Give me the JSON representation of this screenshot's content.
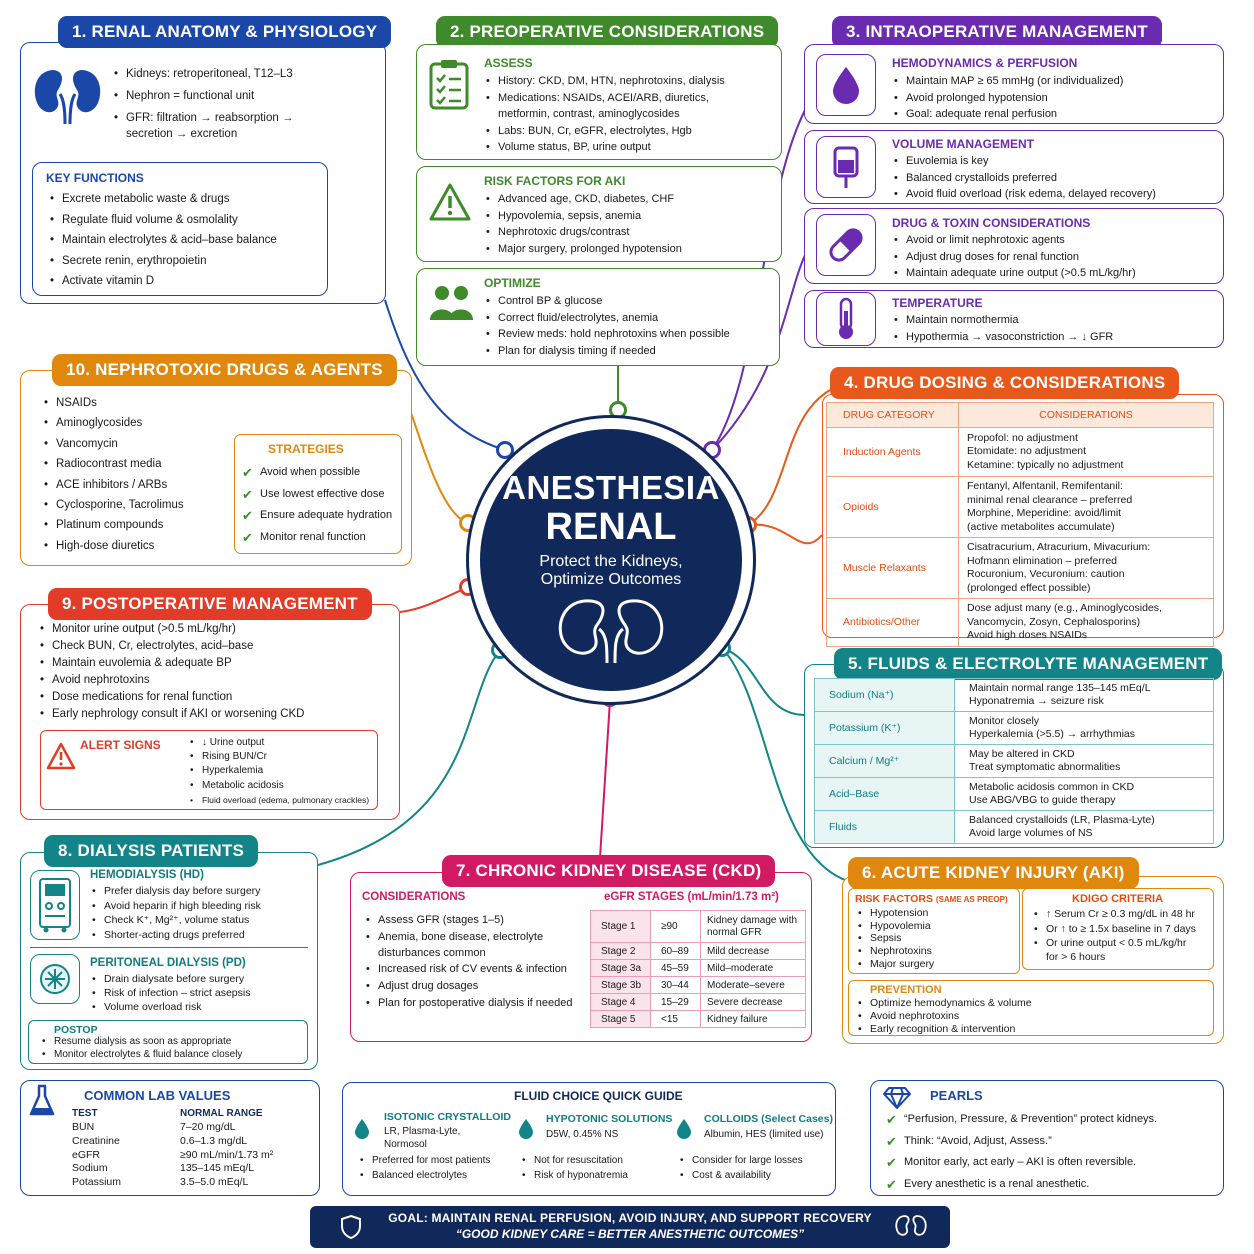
{
  "colors": {
    "blue": "#1b48a8",
    "green": "#3f8a2a",
    "purple": "#6a2bb0",
    "orange": "#e8581a",
    "teal": "#138488",
    "red": "#e23b28",
    "magenta": "#d21a63",
    "amber": "#e0880e",
    "navy": "#11295a"
  },
  "center": {
    "line1": "ANESTHESIA",
    "line2": "RENAL",
    "tagline1": "Protect the Kidneys,",
    "tagline2": "Optimize Outcomes",
    "icon": "kidneys-icon"
  },
  "s1": {
    "title": "1. RENAL ANATOMY & PHYSIOLOGY",
    "icon": "kidneys-icon",
    "facts": [
      "Kidneys: retroperitoneal, T12–L3",
      "Nephron = functional unit",
      "GFR: filtration → reabsorption →",
      "secretion → excretion"
    ],
    "key_title": "KEY FUNCTIONS",
    "key": [
      "Excrete metabolic waste & drugs",
      "Regulate fluid volume & osmolality",
      "Maintain electrolytes & acid–base balance",
      "Secrete renin, erythropoietin",
      "Activate vitamin D"
    ]
  },
  "s2": {
    "title": "2. PREOPERATIVE CONSIDERATIONS",
    "assess_title": "ASSESS",
    "assess": [
      "History: CKD, DM, HTN, nephrotoxins, dialysis",
      "Medications: NSAIDs, ACEI/ARB, diuretics,",
      "metformin, contrast, aminoglycosides",
      "Labs: BUN, Cr, eGFR, electrolytes, Hgb",
      "Volume status, BP, urine output"
    ],
    "risk_title": "RISK FACTORS FOR AKI",
    "risk": [
      "Advanced age, CKD, diabetes, CHF",
      "Hypovolemia, sepsis, anemia",
      "Nephrotoxic drugs/contrast",
      "Major surgery, prolonged hypotension"
    ],
    "opt_title": "OPTIMIZE",
    "opt": [
      "Control BP & glucose",
      "Correct fluid/electrolytes, anemia",
      "Review meds: hold nephrotoxins when possible",
      "Plan for dialysis timing if needed"
    ]
  },
  "s3": {
    "title": "3. INTRAOPERATIVE MANAGEMENT",
    "blocks": [
      {
        "head": "HEMODYNAMICS & PERFUSION",
        "icon": "blood-drop-icon",
        "items": [
          "Maintain MAP ≥ 65 mmHg (or individualized)",
          "Avoid prolonged hypotension",
          "Goal: adequate renal perfusion"
        ]
      },
      {
        "head": "VOLUME MANAGEMENT",
        "icon": "iv-bag-icon",
        "items": [
          "Euvolemia is key",
          "Balanced crystalloids preferred",
          "Avoid fluid overload (risk edema, delayed recovery)"
        ]
      },
      {
        "head": "DRUG & TOXIN CONSIDERATIONS",
        "icon": "pill-icon",
        "items": [
          "Avoid or limit nephrotoxic agents",
          "Adjust drug doses for renal function",
          "Maintain adequate urine output (>0.5 mL/kg/hr)"
        ]
      },
      {
        "head": "TEMPERATURE",
        "icon": "thermometer-icon",
        "items": [
          "Maintain normothermia",
          "Hypothermia → vasoconstriction → ↓ GFR"
        ]
      }
    ]
  },
  "s4": {
    "title": "4. DRUG DOSING & CONSIDERATIONS",
    "col1": "DRUG CATEGORY",
    "col2": "CONSIDERATIONS",
    "rows": [
      {
        "cat": "Induction Agents",
        "lines": [
          "Propofol: no adjustment",
          "Etomidate: no adjustment",
          "Ketamine: typically no adjustment"
        ]
      },
      {
        "cat": "Opioids",
        "lines": [
          "Fentanyl, Alfentanil, Remifentanil:",
          "minimal renal clearance – preferred",
          "Morphine, Meperidine: avoid/limit",
          "(active metabolites accumulate)"
        ]
      },
      {
        "cat": "Muscle Relaxants",
        "lines": [
          "Cisatracurium, Atracurium, Mivacurium:",
          "Hofmann elimination – preferred",
          "Rocuronium, Vecuronium: caution",
          "(prolonged effect possible)"
        ]
      },
      {
        "cat": "Antibiotics/Other",
        "lines": [
          "Dose adjust many (e.g., Aminoglycosides,",
          "Vancomycin, Zosyn, Cephalosporins)",
          "Avoid high doses NSAIDs"
        ]
      }
    ]
  },
  "s5": {
    "title": "5. FLUIDS & ELECTROLYTE MANAGEMENT",
    "rows": [
      {
        "k": "Sodium (Na⁺)",
        "lines": [
          "Maintain normal range 135–145 mEq/L",
          "Hyponatremia → seizure risk"
        ]
      },
      {
        "k": "Potassium (K⁺)",
        "lines": [
          "Monitor closely",
          "Hyperkalemia (>5.5) → arrhythmias"
        ]
      },
      {
        "k": "Calcium / Mg²⁺",
        "lines": [
          "May be altered in CKD",
          "Treat symptomatic abnormalities"
        ]
      },
      {
        "k": "Acid–Base",
        "lines": [
          "Metabolic acidosis common in CKD",
          "Use ABG/VBG to guide therapy"
        ]
      },
      {
        "k": "Fluids",
        "lines": [
          "Balanced crystalloids (LR, Plasma-Lyte)",
          "Avoid large volumes of NS"
        ]
      }
    ]
  },
  "s6": {
    "title": "6. ACUTE KIDNEY INJURY (AKI)",
    "risk_title": "RISK FACTORS",
    "risk_note": "(SAME AS PREOP)",
    "risk": [
      "Hypotension",
      "Hypovolemia",
      "Sepsis",
      "Nephrotoxins",
      "Major surgery"
    ],
    "kdigo_title": "KDIGO CRITERIA",
    "kdigo": [
      "↑ Serum Cr ≥ 0.3 mg/dL in 48 hr",
      "Or ↑ to ≥ 1.5x baseline in 7 days",
      "Or urine output < 0.5 mL/kg/hr",
      "for > 6 hours"
    ],
    "prev_title": "PREVENTION",
    "prev": [
      "Optimize hemodynamics & volume",
      "Avoid nephrotoxins",
      "Early recognition & intervention"
    ]
  },
  "s7": {
    "title": "7. CHRONIC KIDNEY DISEASE (CKD)",
    "cons_title": "CONSIDERATIONS",
    "cons": [
      "Assess GFR (stages 1–5)",
      "Anemia, bone disease, electrolyte disturbances common",
      "Increased risk of CV events & infection",
      "Adjust drug dosages",
      "Plan for postoperative dialysis if needed"
    ],
    "stage_title": "eGFR STAGES (mL/min/1.73 m²)",
    "stages": [
      {
        "s": "Stage 1",
        "v": "≥90",
        "d": "Kidney damage with normal GFR"
      },
      {
        "s": "Stage 2",
        "v": "60–89",
        "d": "Mild decrease"
      },
      {
        "s": "Stage 3a",
        "v": "45–59",
        "d": "Mild–moderate"
      },
      {
        "s": "Stage 3b",
        "v": "30–44",
        "d": "Moderate–severe"
      },
      {
        "s": "Stage 4",
        "v": "15–29",
        "d": "Severe decrease"
      },
      {
        "s": "Stage 5",
        "v": "<15",
        "d": "Kidney failure"
      }
    ]
  },
  "s8": {
    "title": "8. DIALYSIS PATIENTS",
    "hd_title": "HEMODIALYSIS (HD)",
    "hd": [
      "Prefer dialysis day before surgery",
      "Avoid heparin if high bleeding risk",
      "Check K⁺, Mg²⁺, volume status",
      "Shorter-acting drugs preferred"
    ],
    "pd_title": "PERITONEAL DIALYSIS (PD)",
    "pd": [
      "Drain dialysate before surgery",
      "Risk of infection – strict asepsis",
      "Volume overload risk"
    ],
    "post_title": "POSTOP",
    "post": [
      "Resume dialysis as soon as appropriate",
      "Monitor electrolytes & fluid balance closely"
    ]
  },
  "s9": {
    "title": "9. POSTOPERATIVE MANAGEMENT",
    "items": [
      "Monitor urine output (>0.5 mL/kg/hr)",
      "Check BUN, Cr, electrolytes, acid–base",
      "Maintain euvolemia & adequate BP",
      "Avoid nephrotoxins",
      "Dose medications for renal function",
      "Early nephrology consult if AKI or worsening CKD"
    ],
    "alert_title": "ALERT SIGNS",
    "alerts": [
      "↓ Urine output",
      "Rising BUN/Cr",
      "Hyperkalemia",
      "Metabolic acidosis",
      "Fluid overload (edema, pulmonary crackles)"
    ]
  },
  "s10": {
    "title": "10. NEPHROTOXIC DRUGS & AGENTS",
    "items": [
      "NSAIDs",
      "Aminoglycosides",
      "Vancomycin",
      "Radiocontrast media",
      "ACE inhibitors / ARBs",
      "Cyclosporine, Tacrolimus",
      "Platinum compounds",
      "High-dose diuretics"
    ],
    "strat_title": "STRATEGIES",
    "strat": [
      "Avoid when possible",
      "Use lowest effective dose",
      "Ensure adequate hydration",
      "Monitor renal function"
    ]
  },
  "labs": {
    "title": "COMMON LAB VALUES",
    "h1": "TEST",
    "h2": "NORMAL RANGE",
    "rows": [
      {
        "t": "BUN",
        "r": "7–20 mg/dL"
      },
      {
        "t": "Creatinine",
        "r": "0.6–1.3 mg/dL"
      },
      {
        "t": "eGFR",
        "r": "≥90 mL/min/1.73 m²"
      },
      {
        "t": "Sodium",
        "r": "135–145 mEq/L"
      },
      {
        "t": "Potassium",
        "r": "3.5–5.0 mEq/L"
      }
    ]
  },
  "fluid_guide": {
    "title": "FLUID CHOICE QUICK GUIDE",
    "cols": [
      {
        "head": "ISOTONIC CRYSTALLOID",
        "sub": "LR, Plasma-Lyte, Normosol",
        "items": [
          "Preferred for most patients",
          "Balanced electrolytes"
        ]
      },
      {
        "head": "HYPOTONIC SOLUTIONS",
        "sub": "D5W, 0.45% NS",
        "items": [
          "Not for resuscitation",
          "Risk of hyponatremia"
        ]
      },
      {
        "head": "COLLOIDS (Select Cases)",
        "sub": "Albumin, HES (limited use)",
        "items": [
          "Consider for large losses",
          "Cost & availability"
        ]
      }
    ]
  },
  "pearls": {
    "title": "PEARLS",
    "items": [
      "“Perfusion, Pressure, & Prevention” protect kidneys.",
      "Think: “Avoid, Adjust, Assess.”",
      "Monitor early, act early – AKI is often reversible.",
      "Every anesthetic is a renal anesthetic."
    ]
  },
  "goal": {
    "line1": "GOAL: MAINTAIN RENAL PERFUSION, AVOID INJURY, AND SUPPORT RECOVERY",
    "line2": "“GOOD KIDNEY CARE = BETTER ANESTHETIC OUTCOMES”"
  }
}
